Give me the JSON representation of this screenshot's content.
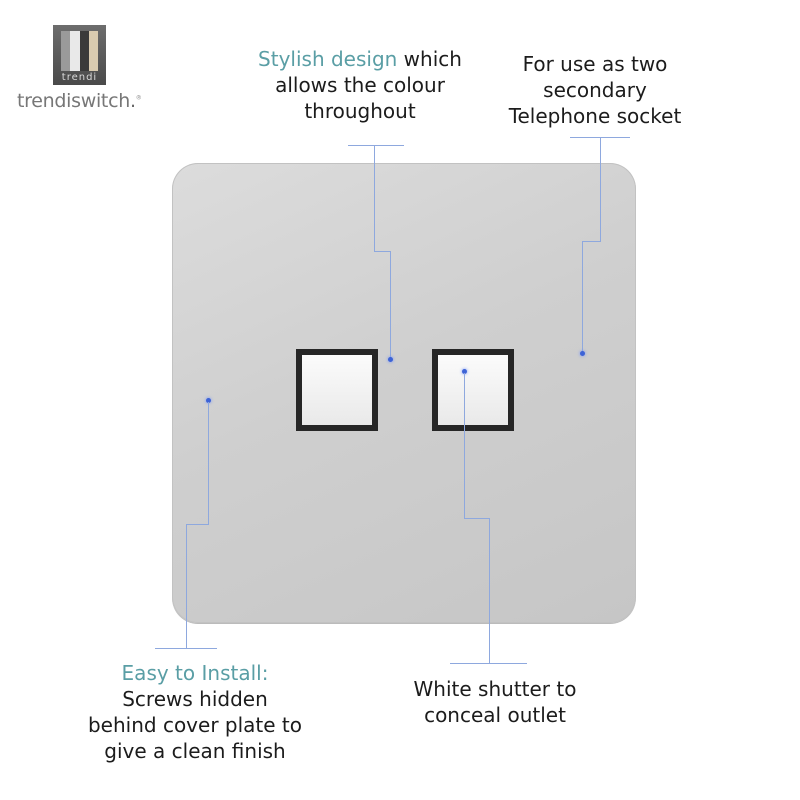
{
  "logo": {
    "box_text": "trendi",
    "wordmark": "trendiswitch",
    "wordmark_dot": ".",
    "reg_mark": "®",
    "bar_colors": [
      "#9a9a9a",
      "#e9e9e9",
      "#3a3a3a",
      "#d9cbb0"
    ]
  },
  "callouts": {
    "stylish": {
      "accent": "Stylish design",
      "rest_line1": " which",
      "line2": "allows the colour",
      "line3": "throughout"
    },
    "telephone": {
      "line1": "For use as two",
      "line2": "secondary",
      "line3": "Telephone socket"
    },
    "install": {
      "accent": "Easy to Install:",
      "line2": "Screws hidden",
      "line3": "behind cover plate to",
      "line4": "give a clean finish"
    },
    "shutter": {
      "line1": "White shutter to",
      "line2": "conceal outlet"
    }
  },
  "colors": {
    "accent_text": "#5a9ea5",
    "callout_line": "#8ea8de",
    "marker_dot": "#3d63d6",
    "plate": "#d3d3d3",
    "socket_frame": "#262626",
    "shutter": "#f4f4f4"
  }
}
